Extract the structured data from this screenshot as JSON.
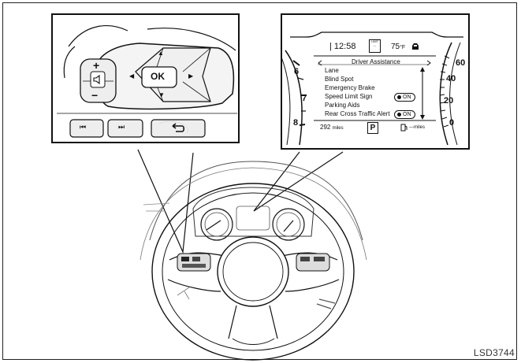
{
  "figure_code": "LSD3744",
  "left_panel": {
    "buttons": {
      "ok": "OK",
      "up": "▲",
      "down": "▼",
      "left": "◀",
      "right": "▶",
      "volume_up": "+",
      "volume_down": "−",
      "mute": "mute-speaker-icon",
      "previous": "⏮",
      "next": "⏭",
      "back": "back-arrow-icon"
    }
  },
  "right_panel": {
    "status_bar": {
      "time": "12:58",
      "speed_limit_label": "LIMIT",
      "temperature": "75",
      "temperature_unit": "°F"
    },
    "menu": {
      "header": "Driver Assistance",
      "items": [
        {
          "label": "Lane"
        },
        {
          "label": "Blind Spot"
        },
        {
          "label": "Emergency Brake"
        },
        {
          "label": "Speed Limit Sign",
          "toggle": "ON"
        },
        {
          "label": "Parking Aids"
        },
        {
          "label": "Rear Cross Traffic Alert",
          "toggle": "ON"
        }
      ]
    },
    "bottom_bar": {
      "odometer": "292",
      "odometer_unit": "miles",
      "gear": "P",
      "range_unit": "---miles"
    },
    "tachometer_ticks": [
      "6",
      "7",
      "8"
    ],
    "speedometer_ticks": [
      "60",
      "40",
      "20",
      "0"
    ]
  }
}
